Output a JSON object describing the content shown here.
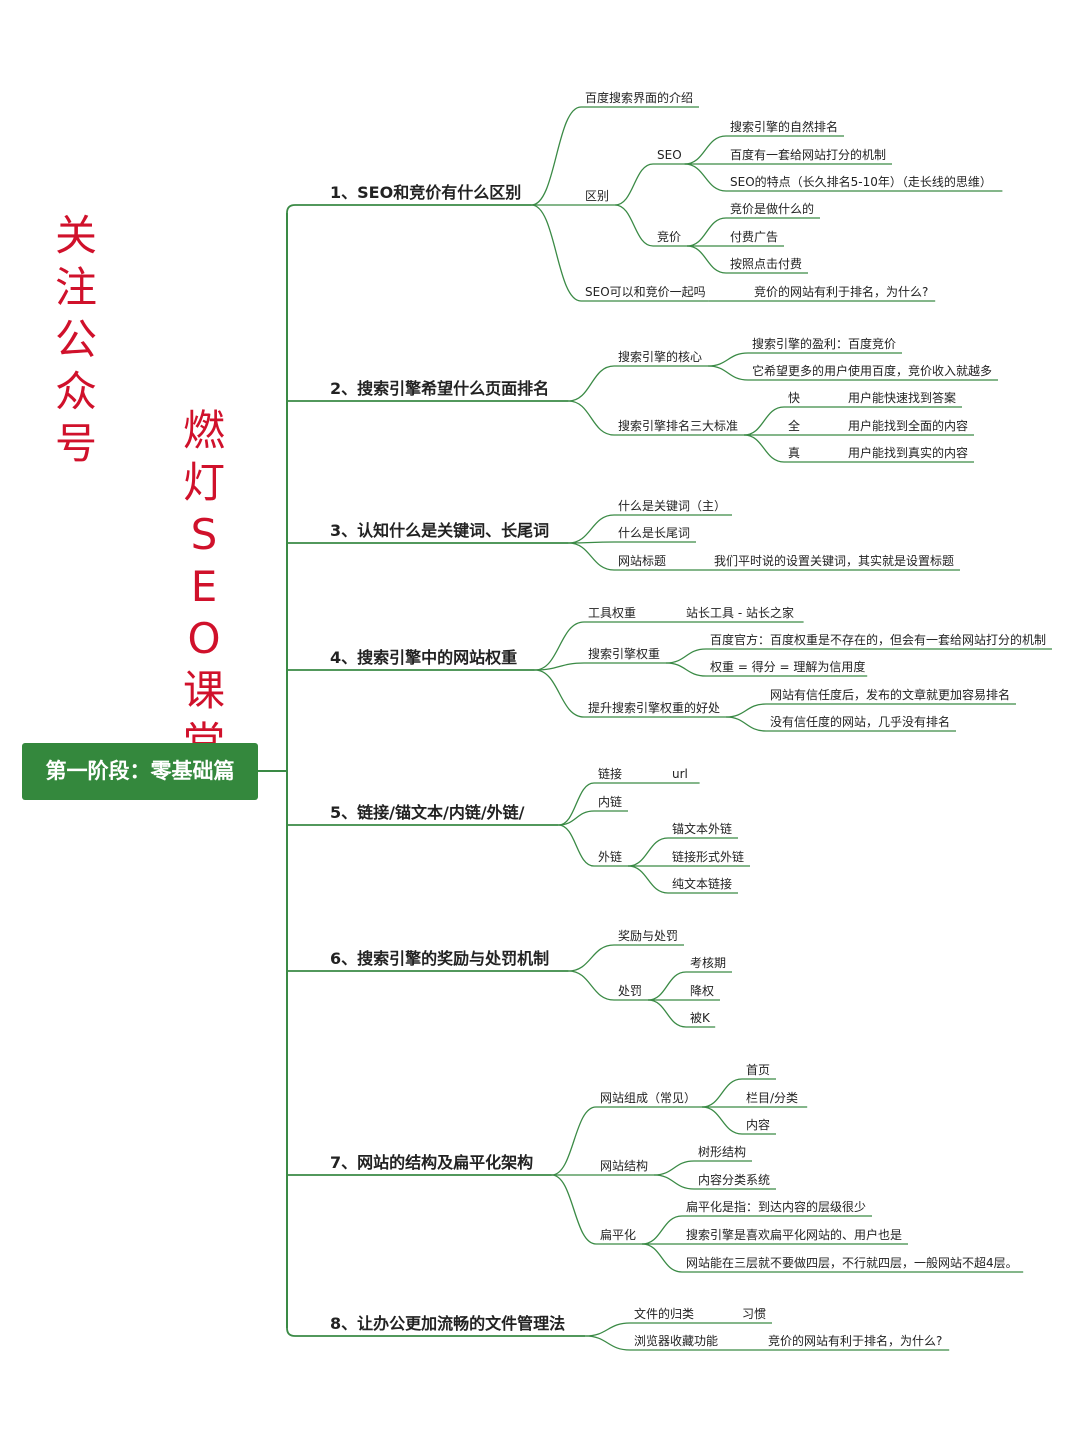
{
  "side_text": {
    "follow": "关注公众号",
    "brand": "燃灯SEO课堂"
  },
  "root": "第一阶段：零基础篇",
  "colors": {
    "line": "#3a8a45",
    "root_bg": "#34883d",
    "title": "#d0112b"
  },
  "sections": [
    {
      "title": "1、SEO和竞价有什么区别",
      "items": [
        {
          "label": "百度搜索界面的介绍"
        },
        {
          "label": "区别",
          "children": [
            {
              "label": "SEO",
              "children": [
                {
                  "label": "搜索引擎的自然排名"
                },
                {
                  "label": "百度有一套给网站打分的机制"
                },
                {
                  "label": "SEO的特点（长久排名5-10年）（走长线的思维）"
                }
              ]
            },
            {
              "label": "竞价",
              "children": [
                {
                  "label": "竞价是做什么的"
                },
                {
                  "label": "付费广告"
                },
                {
                  "label": "按照点击付费"
                }
              ]
            }
          ]
        },
        {
          "label": "SEO可以和竞价一起吗",
          "children": [
            {
              "label": "竞价的网站有利于排名，为什么?"
            }
          ]
        }
      ]
    },
    {
      "title": "2、搜索引擎希望什么页面排名",
      "items": [
        {
          "label": "搜索引擎的核心",
          "children": [
            {
              "label": "搜索引擎的盈利：百度竞价"
            },
            {
              "label": "它希望更多的用户使用百度，竞价收入就越多"
            }
          ]
        },
        {
          "label": "搜索引擎排名三大标准",
          "children": [
            {
              "label": "快",
              "children": [
                {
                  "label": "用户能快速找到答案"
                }
              ]
            },
            {
              "label": "全",
              "children": [
                {
                  "label": "用户能找到全面的内容"
                }
              ]
            },
            {
              "label": "真",
              "children": [
                {
                  "label": "用户能找到真实的内容"
                }
              ]
            }
          ]
        }
      ]
    },
    {
      "title": "3、认知什么是关键词、长尾词",
      "items": [
        {
          "label": "什么是关键词（主）"
        },
        {
          "label": "什么是长尾词"
        },
        {
          "label": "网站标题",
          "children": [
            {
              "label": "我们平时说的设置关键词，其实就是设置标题"
            }
          ]
        }
      ]
    },
    {
      "title": "4、搜索引擎中的网站权重",
      "items": [
        {
          "label": "工具权重",
          "children": [
            {
              "label": "站长工具 - 站长之家"
            }
          ]
        },
        {
          "label": "搜索引擎权重",
          "children": [
            {
              "label": "百度官方：百度权重是不存在的，但会有一套给网站打分的机制"
            },
            {
              "label": "权重 = 得分 = 理解为信用度"
            }
          ]
        },
        {
          "label": "提升搜索引擎权重的好处",
          "children": [
            {
              "label": "网站有信任度后，发布的文章就更加容易排名"
            },
            {
              "label": "没有信任度的网站，几乎没有排名"
            }
          ]
        }
      ]
    },
    {
      "title": "5、链接/锚文本/内链/外链/",
      "items": [
        {
          "label": "链接",
          "children": [
            {
              "label": "url"
            }
          ]
        },
        {
          "label": "内链"
        },
        {
          "label": "外链",
          "children": [
            {
              "label": "锚文本外链"
            },
            {
              "label": "链接形式外链"
            },
            {
              "label": "纯文本链接"
            }
          ]
        }
      ]
    },
    {
      "title": "6、搜索引擎的奖励与处罚机制",
      "items": [
        {
          "label": "奖励与处罚"
        },
        {
          "label": "处罚",
          "children": [
            {
              "label": "考核期"
            },
            {
              "label": "降权"
            },
            {
              "label": "被K"
            }
          ]
        }
      ]
    },
    {
      "title": "7、网站的结构及扁平化架构",
      "items": [
        {
          "label": "网站组成（常见）",
          "children": [
            {
              "label": "首页"
            },
            {
              "label": "栏目/分类"
            },
            {
              "label": "内容"
            }
          ]
        },
        {
          "label": "网站结构",
          "children": [
            {
              "label": "树形结构"
            },
            {
              "label": "内容分类系统"
            }
          ]
        },
        {
          "label": "扁平化",
          "children": [
            {
              "label": "扁平化是指：到达内容的层级很少"
            },
            {
              "label": "搜索引擎是喜欢扁平化网站的、用户也是"
            },
            {
              "label": "网站能在三层就不要做四层，不行就四层，一般网站不超4层。"
            }
          ]
        }
      ]
    },
    {
      "title": "8、让办公更加流畅的文件管理法",
      "items": [
        {
          "label": "文件的归类",
          "children": [
            {
              "label": "习惯"
            }
          ]
        },
        {
          "label": "浏览器收藏功能",
          "children": [
            {
              "label": "竞价的网站有利于排名，为什么?"
            }
          ]
        }
      ]
    }
  ]
}
